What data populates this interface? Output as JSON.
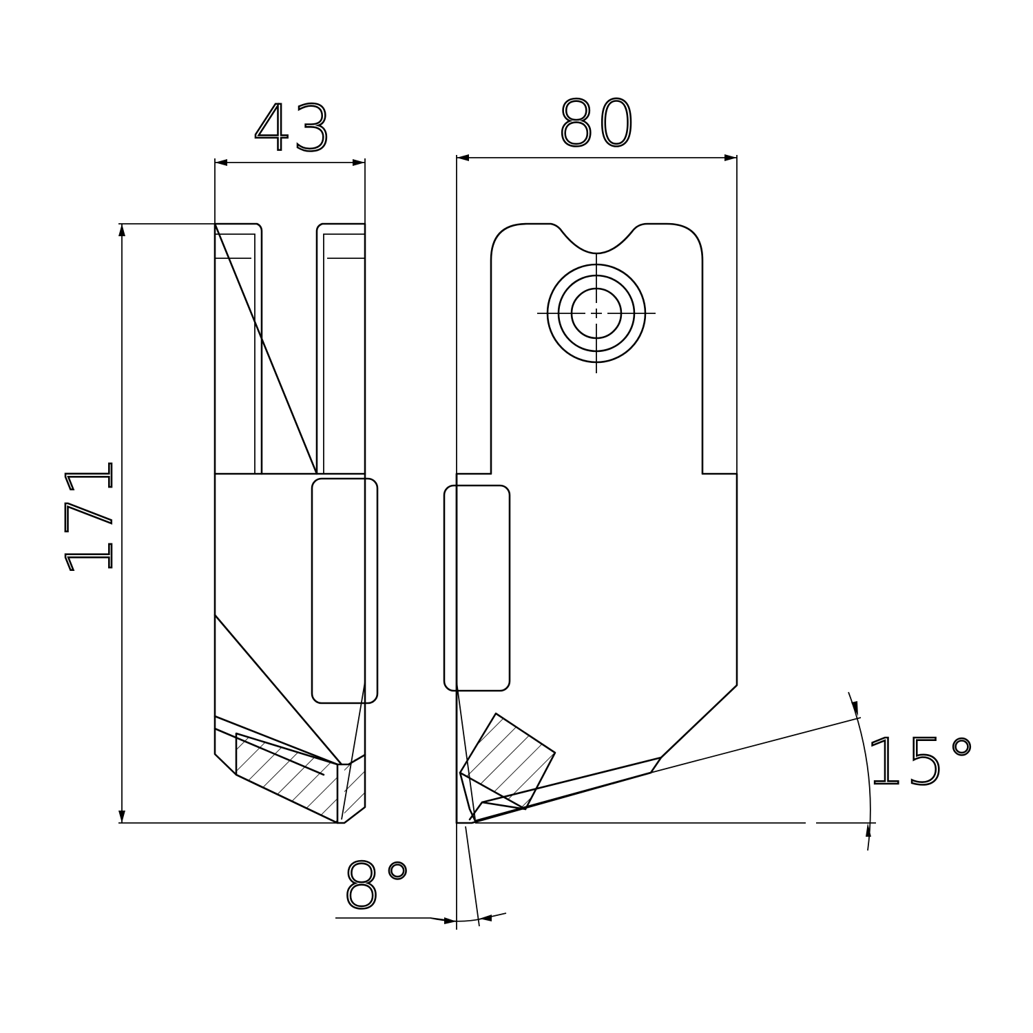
{
  "dimensions": {
    "side_width": "43",
    "front_width": "80",
    "height": "171",
    "clearance_angle": "8°",
    "rake_angle": "15°"
  },
  "colors": {
    "stroke": "#000000",
    "background": "#ffffff"
  }
}
